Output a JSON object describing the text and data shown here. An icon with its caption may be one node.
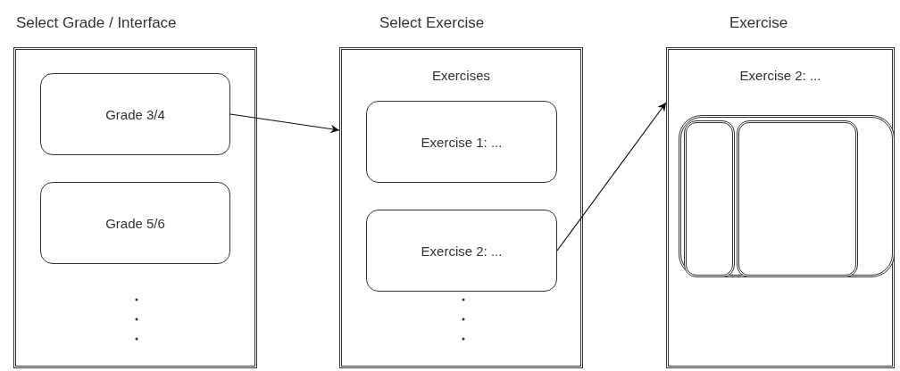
{
  "diagram": {
    "nodes": [
      {
        "text": [
          "Select Grade / Interface"
        ]
      },
      {
        "text": [
          "Grade 3/4"
        ],
        "in": 0
      },
      {
        "text": [
          "Grade 5/6"
        ],
        "in": 0
      },
      {
        "text": [
          "Select Exercise",
          "Exercises"
        ]
      },
      {
        "text": [
          "Exercise 1: ..."
        ],
        "in": 3
      },
      {
        "text": [
          "Exercise 2: ..."
        ],
        "in": 3
      },
      {
        "text": [
          "Exercise",
          "Exercise 2: ..."
        ]
      },
      {
        "text": [],
        "shape": "box",
        "in": 6
      },
      {
        "text": [],
        "shape": "box",
        "in": 7
      },
      {
        "text": [],
        "shape": "box",
        "in": 7
      }
    ],
    "edges": [
      {
        "from": 1,
        "to": 3,
        "arrow": "to"
      },
      {
        "from": 5,
        "to": 6,
        "arrow": "to"
      }
    ]
  }
}
